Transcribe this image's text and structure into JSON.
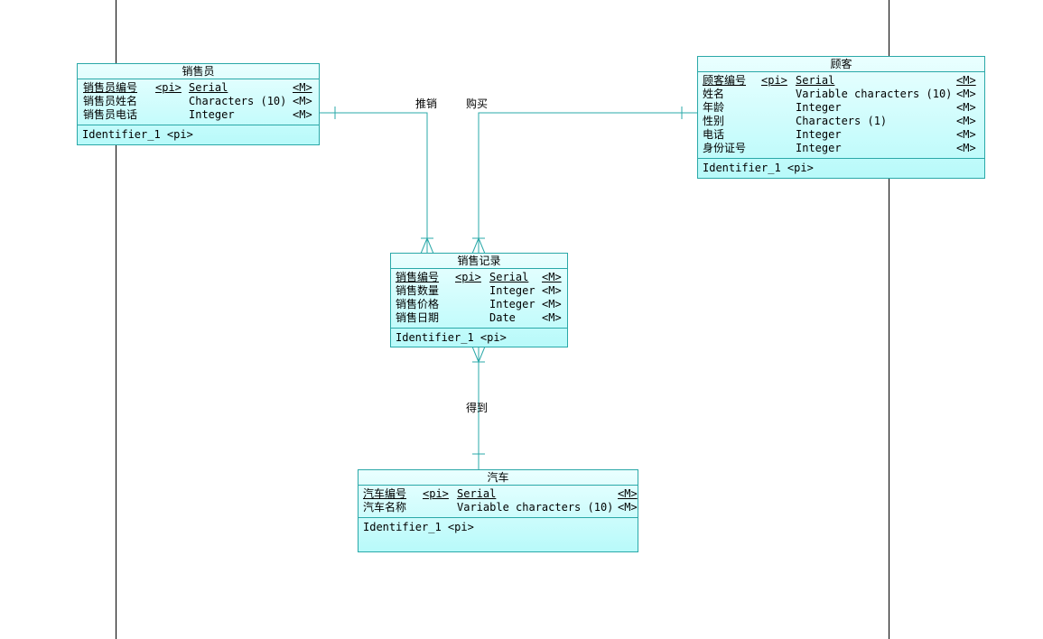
{
  "diagram": {
    "type": "conceptual-data-model",
    "entities": {
      "salesperson": {
        "name": "销售员",
        "attributes": [
          {
            "name": "销售员编号",
            "pi": "<pi>",
            "type": "Serial",
            "m": "<M>",
            "key": true
          },
          {
            "name": "销售员姓名",
            "pi": "",
            "type": "Characters (10)",
            "m": "<M>",
            "key": false
          },
          {
            "name": "销售员电话",
            "pi": "",
            "type": "Integer",
            "m": "<M>",
            "key": false
          }
        ],
        "identifier": "Identifier_1  <pi>"
      },
      "customer": {
        "name": "顾客",
        "attributes": [
          {
            "name": "顾客编号",
            "pi": "<pi>",
            "type": "Serial",
            "m": "<M>",
            "key": true
          },
          {
            "name": "姓名",
            "pi": "",
            "type": "Variable characters (10)",
            "m": "<M>",
            "key": false
          },
          {
            "name": "年龄",
            "pi": "",
            "type": "Integer",
            "m": "<M>",
            "key": false
          },
          {
            "name": "性别",
            "pi": "",
            "type": "Characters (1)",
            "m": "<M>",
            "key": false
          },
          {
            "name": "电话",
            "pi": "",
            "type": "Integer",
            "m": "<M>",
            "key": false
          },
          {
            "name": "身份证号",
            "pi": "",
            "type": "Integer",
            "m": "<M>",
            "key": false
          }
        ],
        "identifier": "Identifier_1  <pi>"
      },
      "sales_record": {
        "name": "销售记录",
        "attributes": [
          {
            "name": "销售编号",
            "pi": "<pi>",
            "type": "Serial",
            "m": "<M>",
            "key": true
          },
          {
            "name": "销售数量",
            "pi": "",
            "type": "Integer",
            "m": "<M>",
            "key": false
          },
          {
            "name": "销售价格",
            "pi": "",
            "type": "Integer",
            "m": "<M>",
            "key": false
          },
          {
            "name": "销售日期",
            "pi": "",
            "type": "Date",
            "m": "<M>",
            "key": false
          }
        ],
        "identifier": "Identifier_1  <pi>"
      },
      "car": {
        "name": "汽车",
        "attributes": [
          {
            "name": "汽车编号",
            "pi": "<pi>",
            "type": "Serial",
            "m": "<M>",
            "key": true
          },
          {
            "name": "汽车名称",
            "pi": "",
            "type": "Variable characters (10)",
            "m": "<M>",
            "key": false
          }
        ],
        "identifier": "Identifier_1  <pi>"
      }
    },
    "relationships": [
      {
        "label": "推销",
        "from": "销售员",
        "to": "销售记录",
        "cardinality": "one-to-many"
      },
      {
        "label": "购买",
        "from": "顾客",
        "to": "销售记录",
        "cardinality": "one-to-many"
      },
      {
        "label": "得到",
        "from": "汽车",
        "to": "销售记录",
        "cardinality": "one-to-many"
      }
    ],
    "colors": {
      "entity_border": "#2aa8a8",
      "link": "#2aa8a8",
      "fill_top": "#eaffff",
      "fill_bottom": "#b8fafa"
    }
  }
}
